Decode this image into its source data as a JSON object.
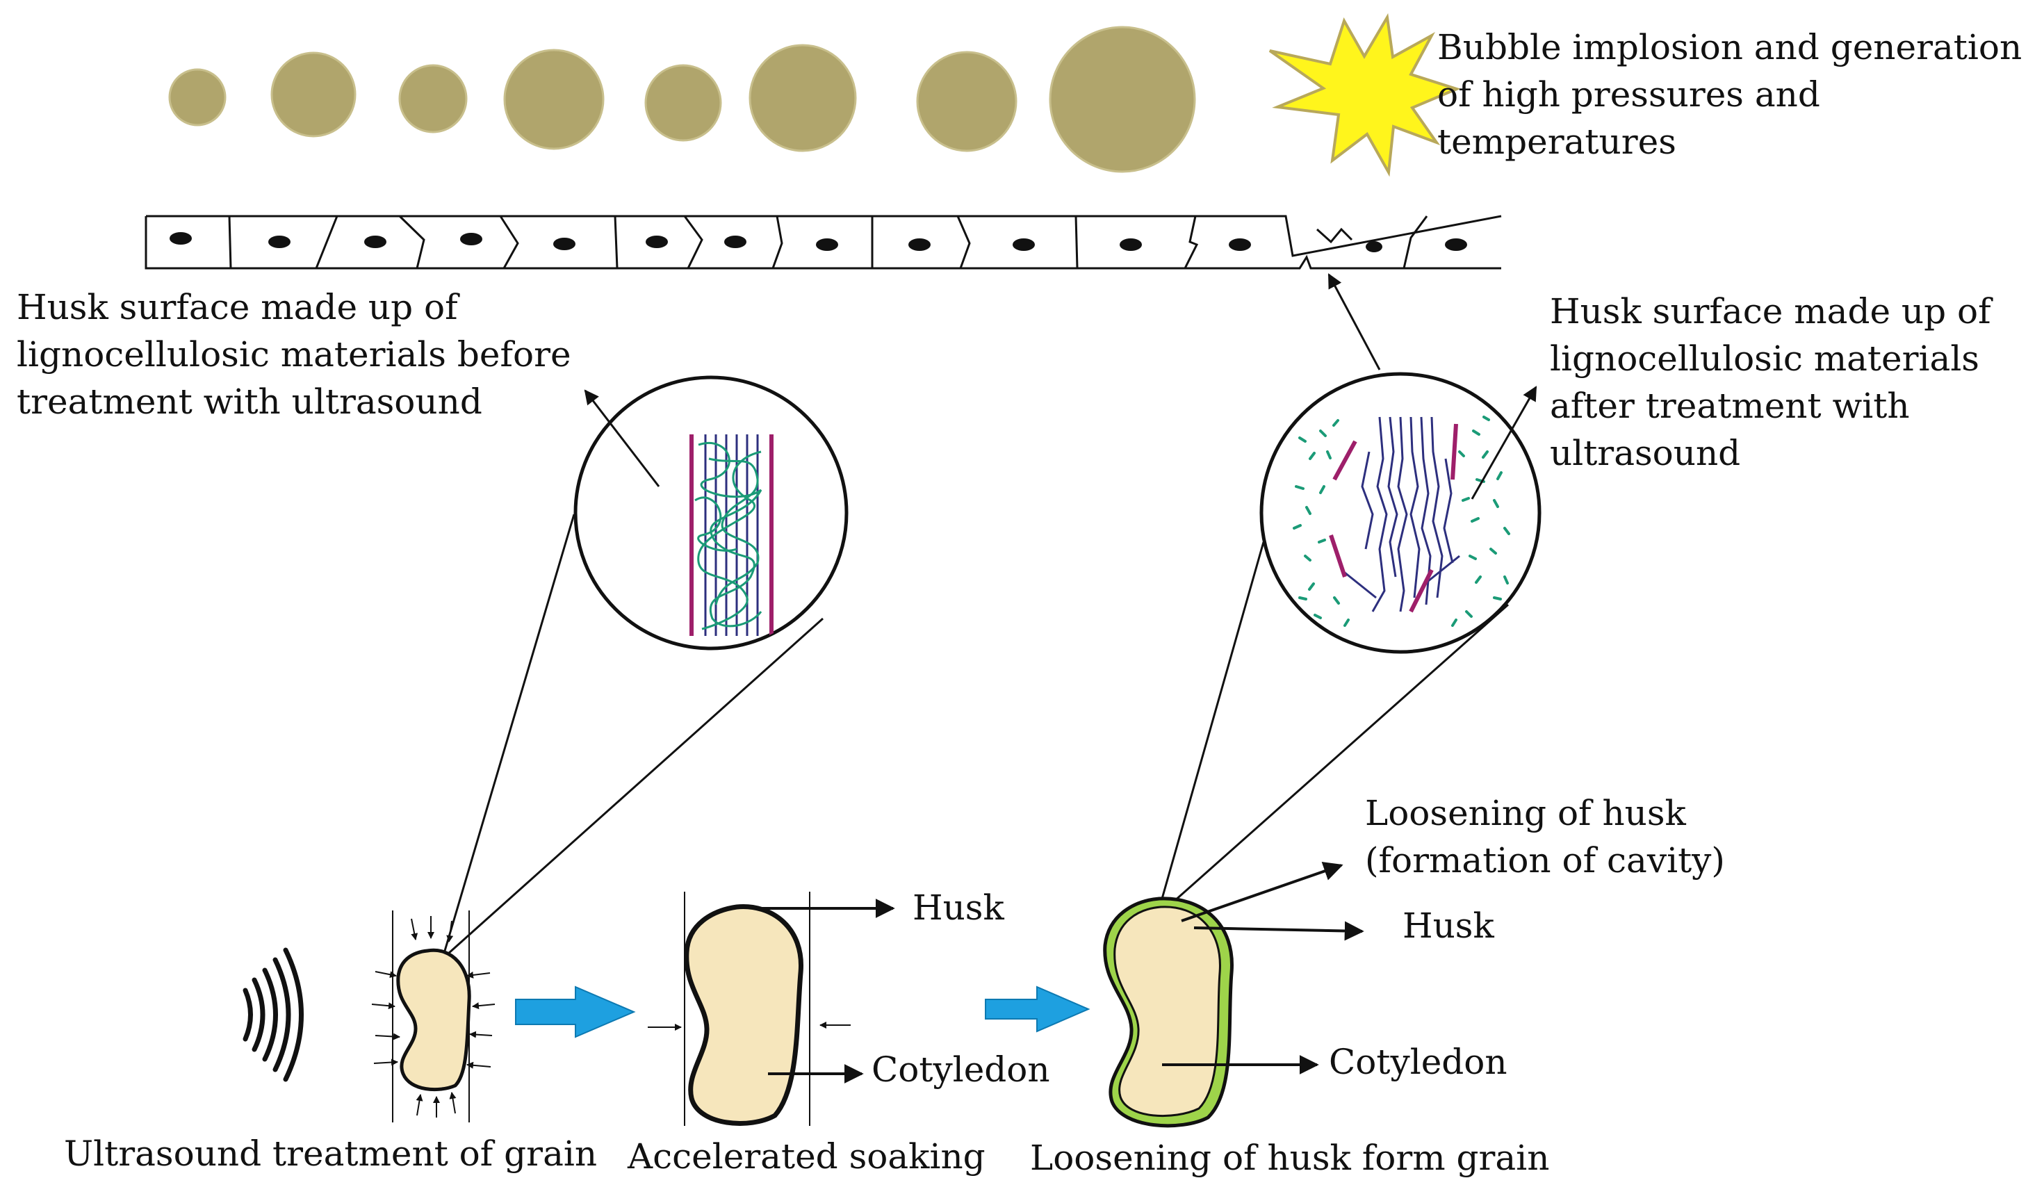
{
  "colors": {
    "bubble_fill": "#b0a56c",
    "bubble_edge": "#c8bf8c",
    "star_fill": "#fff51c",
    "star_edge": "#b8a85a",
    "grain_fill": "#f6e6bc",
    "grain_outline": "#111111",
    "loosened_husk": "#9ed44a",
    "fibre_teal": "#1b9b77",
    "fibre_magenta": "#9e1f6a",
    "fibre_navy": "#2d2f7e",
    "flow_arrow": "#1ea0e0"
  },
  "icons": {
    "sound_waves": "sound-waves-icon",
    "implosion_star": "implosion-star-icon",
    "flow_arrow": "blue-flow-arrow-icon"
  },
  "implosion": {
    "lines": [
      "Bubble implosion and generation",
      "of high pressures and",
      "temperatures"
    ]
  },
  "husk_before": {
    "lines": [
      "Husk surface made up of",
      "lignocellulosic materials before",
      "treatment with ultrasound"
    ]
  },
  "husk_after": {
    "lines": [
      "Husk surface made up of",
      "lignocellulosic materials",
      "after treatment with",
      "ultrasound"
    ]
  },
  "loosening_label": {
    "lines": [
      "Loosening of husk",
      "(formation of cavity)"
    ]
  },
  "soaking_grain": {
    "husk_label": "Husk",
    "cotyledon_label": "Cotyledon"
  },
  "loosened_grain": {
    "husk_label": "Husk",
    "cotyledon_label": "Cotyledon"
  },
  "captions": {
    "ultrasound": "Ultrasound treatment of grain",
    "soaking": "Accelerated soaking",
    "loosening": "Loosening of husk form grain"
  }
}
